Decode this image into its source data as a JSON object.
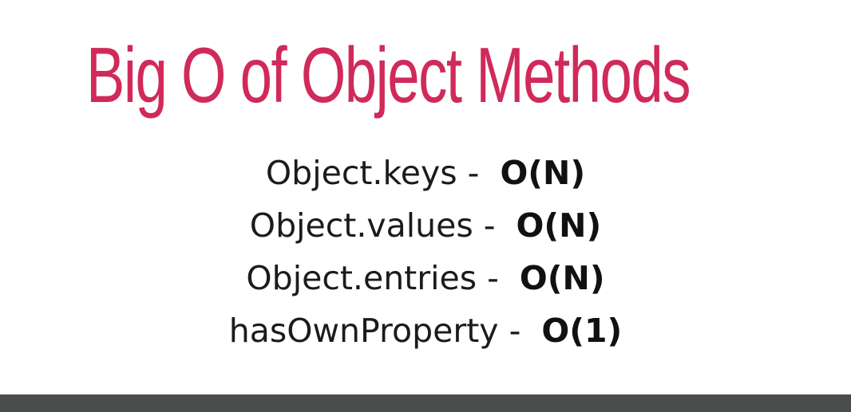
{
  "slide": {
    "title": "Big O of Object Methods",
    "title_color": "#d02a5a",
    "bar_color": "#4a4d4e",
    "methods": [
      {
        "name": "Object.keys",
        "separator": " -",
        "complexity": "O(N)"
      },
      {
        "name": "Object.values",
        "separator": " -",
        "complexity": "O(N)"
      },
      {
        "name": "Object.entries",
        "separator": " -",
        "complexity": "O(N)"
      },
      {
        "name": "hasOwnProperty",
        "separator": " -",
        "complexity": "O(1)"
      }
    ]
  }
}
